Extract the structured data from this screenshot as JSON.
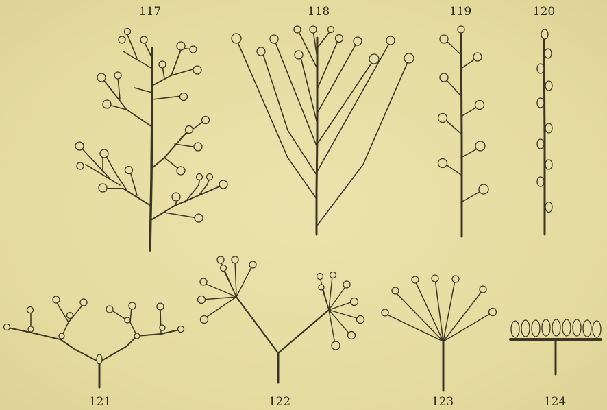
{
  "figures": [
    {
      "number": "117"
    },
    {
      "number": "118"
    },
    {
      "number": "119"
    },
    {
      "number": "120"
    },
    {
      "number": "121"
    },
    {
      "number": "122"
    },
    {
      "number": "123"
    },
    {
      "number": "124"
    }
  ]
}
